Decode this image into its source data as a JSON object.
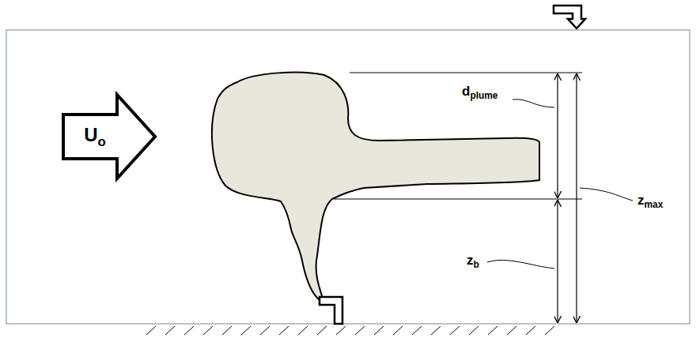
{
  "diagram": {
    "nodes": [
      {
        "text": [
          "Uo"
        ]
      }
    ],
    "labels": [
      "dplume",
      "zmax",
      "zb"
    ]
  }
}
